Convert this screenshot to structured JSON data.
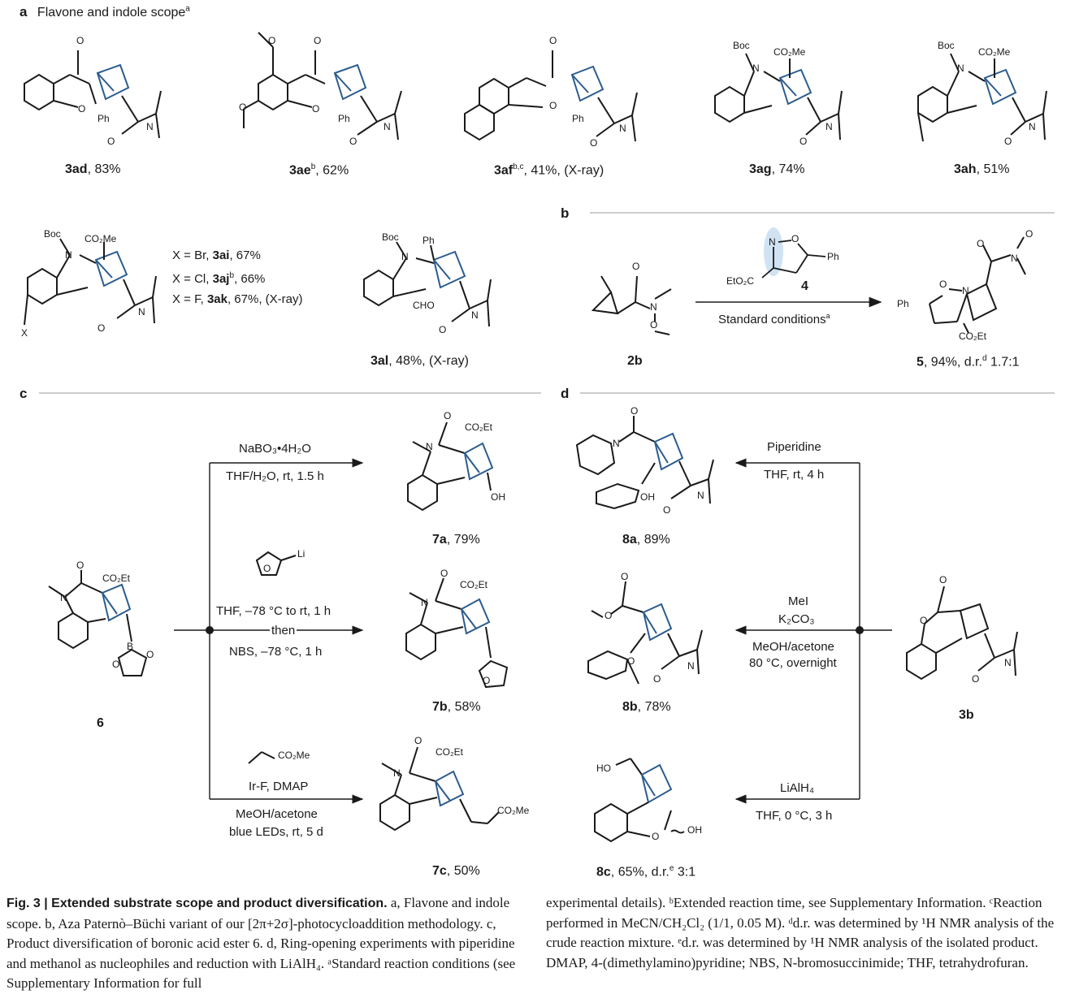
{
  "panel_a": {
    "letter": "a",
    "title": "Flavone and indole scope",
    "title_sup": "a",
    "compounds": [
      {
        "id": "3ad",
        "text": ", 83%"
      },
      {
        "id": "3ae",
        "sup": "b",
        "text": ", 62%"
      },
      {
        "id": "3af",
        "sup": "b,c",
        "text": ", 41%, (X-ray)"
      },
      {
        "id": "3ag",
        "text": ", 74%"
      },
      {
        "id": "3ah",
        "text": ", 51%"
      },
      {
        "id": "3al",
        "text": ", 48%, (X-ray)"
      }
    ],
    "x_variants": [
      {
        "prefix": "X = Br, ",
        "id": "3ai",
        "sup": "",
        "text": ", 67%"
      },
      {
        "prefix": "X = Cl, ",
        "id": "3aj",
        "sup": "b",
        "text": ", 66%"
      },
      {
        "prefix": "X = F, ",
        "id": "3ak",
        "sup": "",
        "text": ", 67%, (X-ray)"
      }
    ]
  },
  "panel_b": {
    "letter": "b",
    "start_id": "2b",
    "reagent_id": "4",
    "condition": "Standard conditions",
    "condition_sup": "a",
    "product_id": "5",
    "product_text": ", 94%, d.r.",
    "product_sup": "d",
    "product_ratio": " 1.7:1"
  },
  "panel_c": {
    "letter": "c",
    "start_id": "6",
    "arrows": [
      {
        "top": "NaBO₃•4H₂O",
        "bottom": "THF/H₂O, rt, 1.5 h"
      },
      {
        "line1": "THF, –78 °C to rt, 1 h",
        "line2": "then",
        "line3": "NBS, –78 °C, 1 h"
      },
      {
        "top": "Ir-F, DMAP",
        "line2": "MeOH/acetone",
        "line3": "blue LEDs, rt, 5 d"
      }
    ],
    "products": [
      {
        "id": "7a",
        "text": ", 79%"
      },
      {
        "id": "7b",
        "text": ", 58%"
      },
      {
        "id": "7c",
        "text": ", 50%"
      }
    ]
  },
  "panel_d": {
    "letter": "d",
    "start_id": "3b",
    "arrows": [
      {
        "top": "Piperidine",
        "bottom": "THF, rt, 4 h"
      },
      {
        "line1": "MeI",
        "line2": "K₂CO₃",
        "line3": "MeOH/acetone",
        "line4": "80 °C, overnight"
      },
      {
        "top": "LiAlH₄",
        "bottom": "THF, 0 °C, 3 h"
      }
    ],
    "products": [
      {
        "id": "8a",
        "text": ", 89%"
      },
      {
        "id": "8b",
        "text": ", 78%"
      },
      {
        "id": "8c",
        "text": ", 65%, d.r.",
        "sup": "e",
        "ratio": " 3:1"
      }
    ]
  },
  "caption": {
    "fig": "Fig. 3 | Extended substrate scope and product diversification.",
    "col1": " a, Flavone and indole scope. b, Aza Paternò–Büchi variant of our [2π+2σ]-photocycloaddition methodology. c, Product diversification of boronic acid ester 6. d, Ring-opening experiments with piperidine and methanol as nucleophiles and reduction with LiAlH₄. ᵃStandard reaction conditions (see Supplementary Information for full",
    "col2": "experimental details). ᵇExtended reaction time, see Supplementary Information. ᶜReaction performed in MeCN/CH₂Cl₂ (1/1, 0.05 M). ᵈd.r. was determined by ¹H NMR analysis of the crude reaction mixture. ᵉd.r. was determined by ¹H NMR analysis of the isolated product. DMAP, 4-(dimethylamino)pyridine; NBS, N-bromosuccinimide; THF, tetrahydrofuran."
  }
}
